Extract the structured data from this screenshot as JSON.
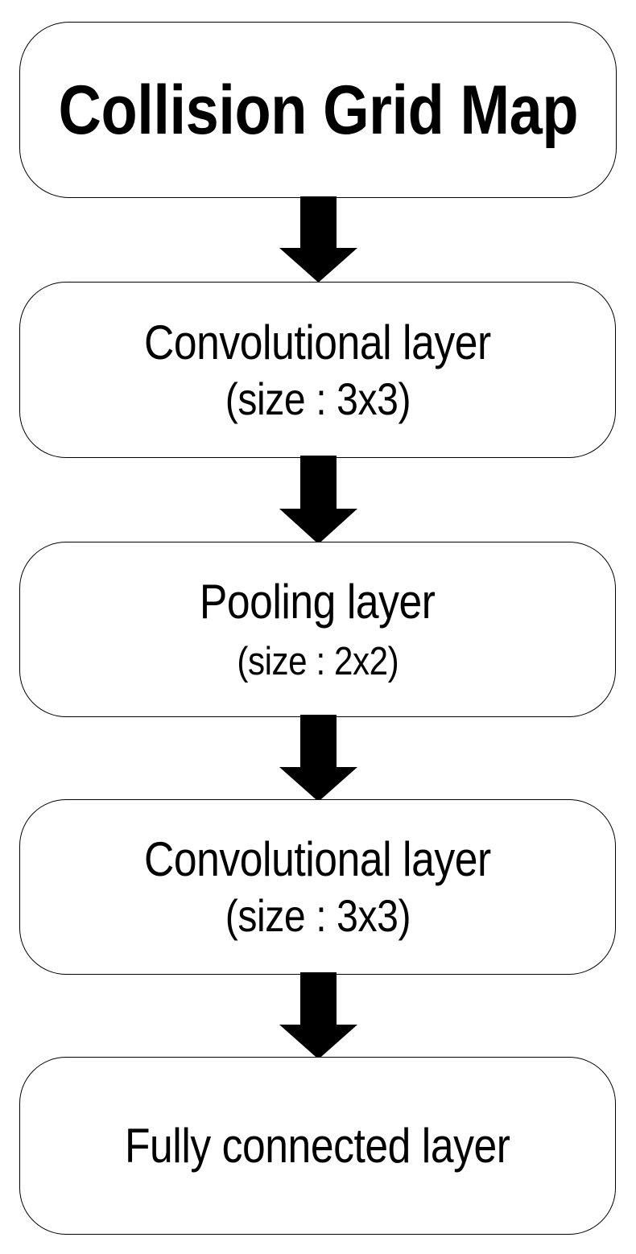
{
  "diagram": {
    "type": "flowchart",
    "orientation": "top-to-bottom",
    "background_color": "#ffffff",
    "stroke_color": "#000000",
    "arrow_color": "#000000",
    "nodes": [
      {
        "id": "input",
        "shape": "rounded-rectangle",
        "lines": [
          "Collision Grid Map"
        ],
        "primary": "Collision Grid Map",
        "secondary": ""
      },
      {
        "id": "conv1",
        "shape": "rounded-rectangle",
        "lines": [
          "Convolutional layer",
          "(size : 3x3)"
        ],
        "primary": "Convolutional layer",
        "secondary": "(size : 3x3)"
      },
      {
        "id": "pool",
        "shape": "rounded-rectangle",
        "lines": [
          "Pooling layer",
          "(size : 2x2)"
        ],
        "primary": "Pooling layer",
        "secondary": "(size : 2x2)"
      },
      {
        "id": "conv2",
        "shape": "rounded-rectangle",
        "lines": [
          "Convolutional layer",
          "(size : 3x3)"
        ],
        "primary": "Convolutional layer",
        "secondary": "(size : 3x3)"
      },
      {
        "id": "fc",
        "shape": "rounded-rectangle",
        "lines": [
          "Fully connected layer"
        ],
        "primary": "Fully connected layer",
        "secondary": ""
      }
    ],
    "edges": [
      {
        "id": "arrow-1",
        "from": "input",
        "to": "conv1",
        "style": "solid-block-arrow",
        "direction": "down"
      },
      {
        "id": "arrow-2",
        "from": "conv1",
        "to": "pool",
        "style": "solid-block-arrow",
        "direction": "down"
      },
      {
        "id": "arrow-3",
        "from": "pool",
        "to": "conv2",
        "style": "solid-block-arrow",
        "direction": "down"
      },
      {
        "id": "arrow-4",
        "from": "conv2",
        "to": "fc",
        "style": "solid-block-arrow",
        "direction": "down"
      }
    ]
  }
}
